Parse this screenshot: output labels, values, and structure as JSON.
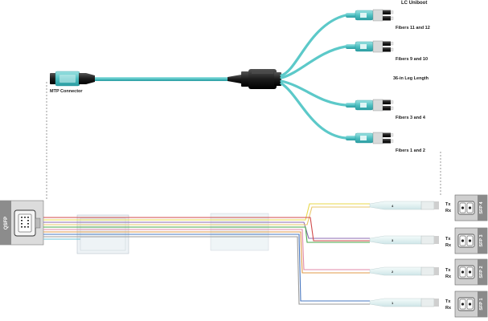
{
  "labels": {
    "lc_uniboot": "LC Uniboot",
    "fibers_11_12": "Fibers 11 and 12",
    "fibers_9_10": "Fibers 9 and 10",
    "leg_length": "36-in Leg Length",
    "fibers_3_4": "Fibers 3 and 4",
    "fibers_1_2": "Fibers 1 and 2",
    "mtp_connector": "MTP Connector",
    "qsfp": "QSFP"
  },
  "sfp_ports": [
    {
      "label": "SFP 4",
      "tx": "Tx",
      "rx": "Rx",
      "breakout_num": "4"
    },
    {
      "label": "SFP 3",
      "tx": "Tx",
      "rx": "Rx",
      "breakout_num": "3"
    },
    {
      "label": "SFP 2",
      "tx": "Tx",
      "rx": "Rx",
      "breakout_num": "2"
    },
    {
      "label": "SFP 1",
      "tx": "Tx",
      "rx": "Rx",
      "breakout_num": "1"
    }
  ],
  "colors": {
    "aqua_cable": "#5cc9c9",
    "aqua_dark": "#2a9ba0",
    "boot_black": "#1c1c1c",
    "port_gray": "#8c8c8c",
    "fiber_yellow": "#e8d84a",
    "fiber_purple": "#8e6bb3",
    "fiber_green": "#4aa84a",
    "fiber_pink": "#e08aa8",
    "fiber_orange": "#e09a4a",
    "fiber_blue": "#4a78c0",
    "fiber_red": "#d04a4a",
    "fiber_gray": "#9a9a9a"
  },
  "icons": {
    "lc_connector": "lc-uniboot-connector-icon",
    "mtp": "mtp-connector-icon",
    "fanout": "fanout-housing-icon",
    "qsfp": "qsfp-transceiver-icon",
    "sfp": "sfp-transceiver-icon"
  }
}
